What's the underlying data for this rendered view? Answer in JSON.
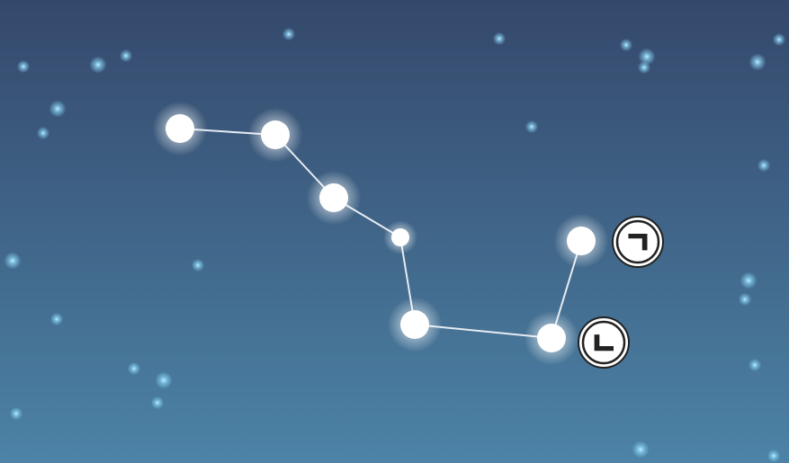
{
  "scene": {
    "sky_top_color": "#34486b",
    "sky_bottom_color": "#4c83a6",
    "star_color": "#ffffff",
    "background_star_color": "#9fe3ff",
    "line_color": "#e6ecf2"
  },
  "markers": [
    {
      "name": "marker-giyeok",
      "glyph": "ㄱ"
    },
    {
      "name": "marker-nieun",
      "glyph": "ㄴ"
    }
  ]
}
